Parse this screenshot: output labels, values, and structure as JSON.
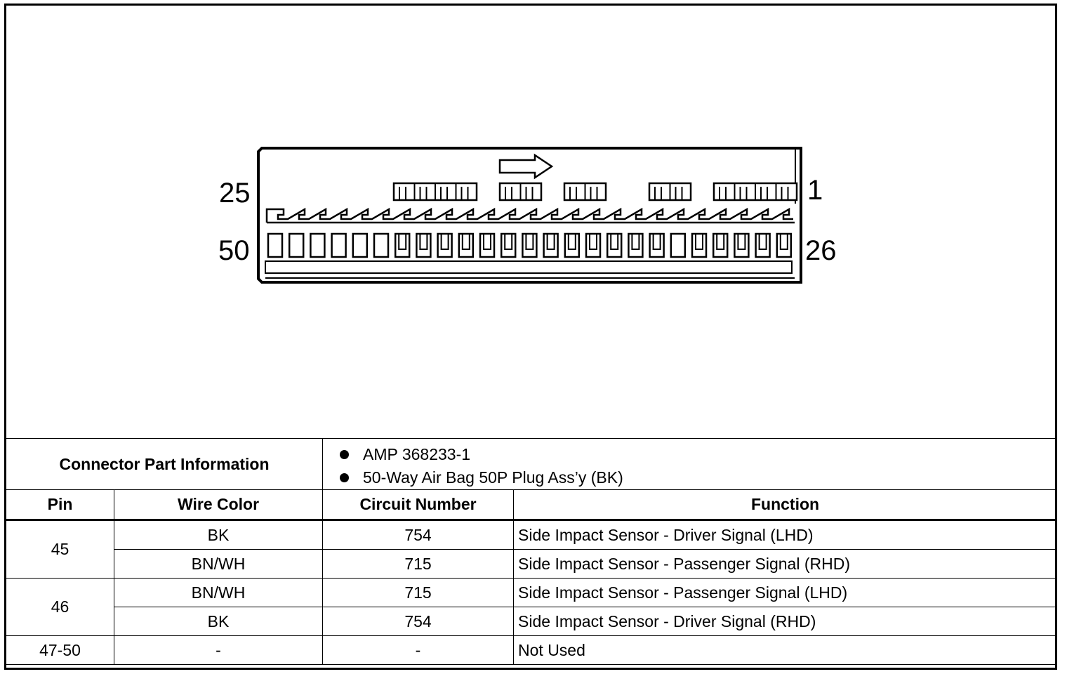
{
  "connector": {
    "pin_labels": {
      "top_left": "25",
      "top_right": "1",
      "bottom_left": "50",
      "bottom_right": "26"
    }
  },
  "part_info": {
    "label": "Connector Part Information",
    "items": [
      "AMP 368233-1",
      "50-Way Air Bag 50P Plug Ass’y (BK)"
    ]
  },
  "table": {
    "headers": {
      "pin": "Pin",
      "wire_color": "Wire Color",
      "circuit_number": "Circuit Number",
      "function": "Function"
    },
    "rows": [
      {
        "pin": "45",
        "wire_color": "BK",
        "circuit_number": "754",
        "function": "Side Impact Sensor - Driver Signal (LHD)"
      },
      {
        "pin": "45",
        "wire_color": "BN/WH",
        "circuit_number": "715",
        "function": "Side Impact Sensor - Passenger Signal (RHD)"
      },
      {
        "pin": "46",
        "wire_color": "BN/WH",
        "circuit_number": "715",
        "function": "Side Impact Sensor - Passenger Signal (LHD)"
      },
      {
        "pin": "46",
        "wire_color": "BK",
        "circuit_number": "754",
        "function": "Side Impact Sensor - Driver Signal (RHD)"
      },
      {
        "pin": "47-50",
        "wire_color": "-",
        "circuit_number": "-",
        "function": "Not Used"
      }
    ]
  }
}
